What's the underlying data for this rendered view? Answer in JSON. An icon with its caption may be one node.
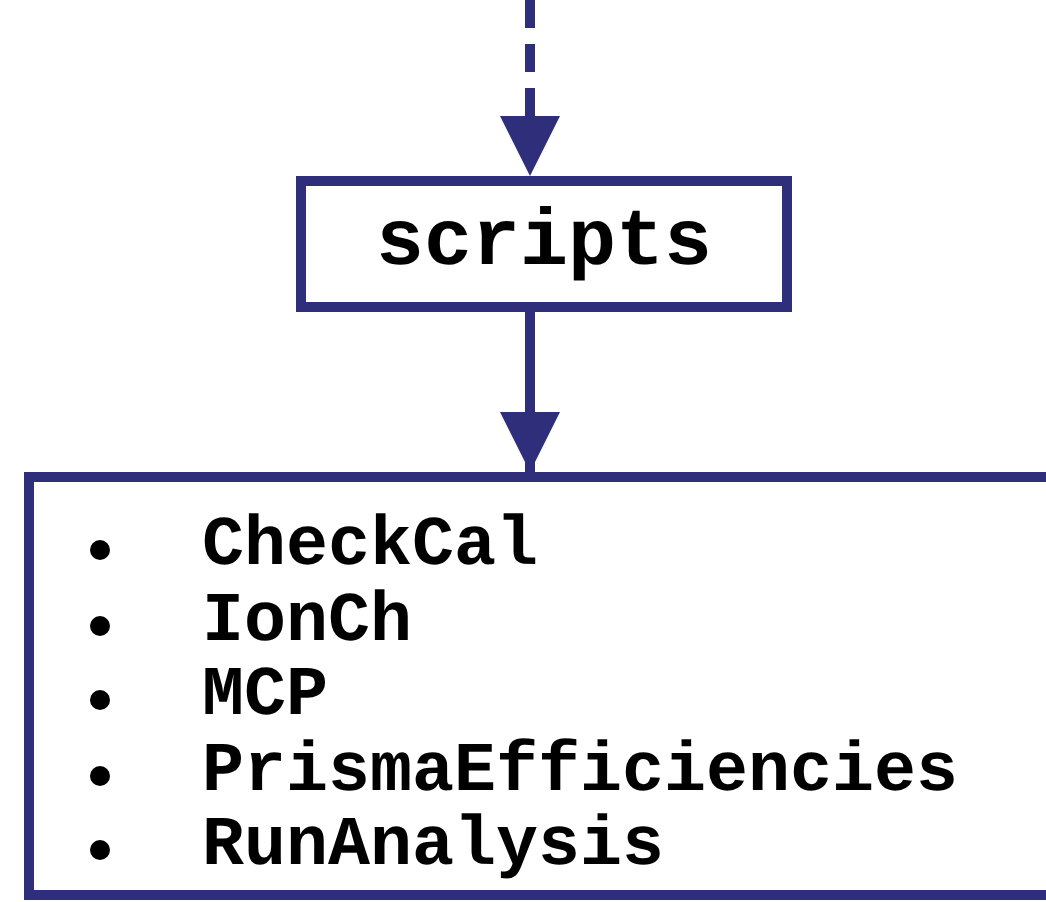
{
  "diagram": {
    "nodes": [
      {
        "text": [
          "scripts"
        ]
      },
      {
        "text": [
          "CheckCal",
          "IonCh",
          "MCP",
          "PrismaEfficiencies",
          "RunAnalysis"
        ]
      }
    ],
    "edges": [
      {
        "from": null,
        "to": 0,
        "arrow": "to",
        "style": "dashed"
      },
      {
        "from": 0,
        "to": 1,
        "arrow": "to"
      }
    ]
  }
}
